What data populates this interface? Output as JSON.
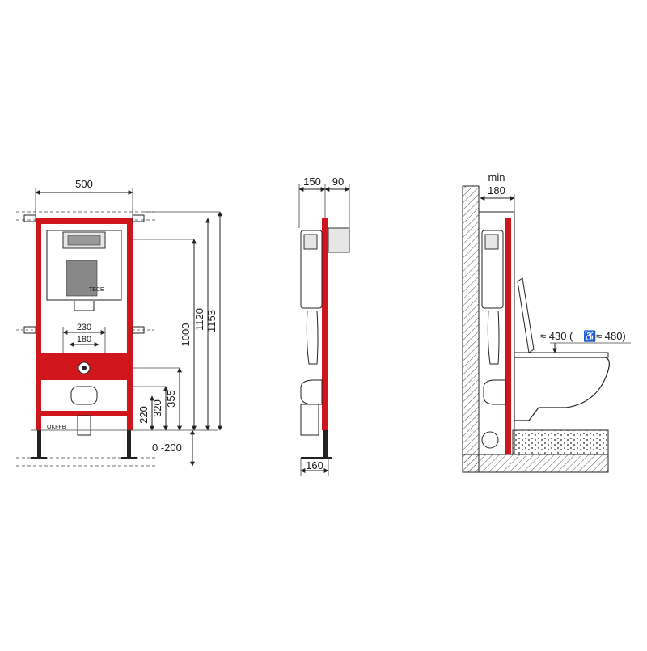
{
  "front_view": {
    "width_label": "500",
    "inlet_outer_label": "230",
    "inlet_inner_label": "180",
    "height_1153_label": "1153",
    "height_1120_label": "1120",
    "height_1000_label": "1000",
    "height_355_label": "355",
    "height_320_label": "320",
    "height_220_label": "220",
    "adjust_label": "0 -200",
    "floor_ref_label": "OKFFB",
    "plate_brand": "TECE"
  },
  "side_view": {
    "depth_label": "150",
    "panel_label": "90",
    "foot_label": "160"
  },
  "install_view": {
    "min_label": "min",
    "wall_gap_label": "180",
    "seat_height_label": "≈ 430 (",
    "accessible_symbol": "♿",
    "accessible_height_label": "≈ 480)"
  },
  "colors": {
    "frame": "#d0161c",
    "line": "#222222",
    "panel": "#e6e6e6"
  }
}
